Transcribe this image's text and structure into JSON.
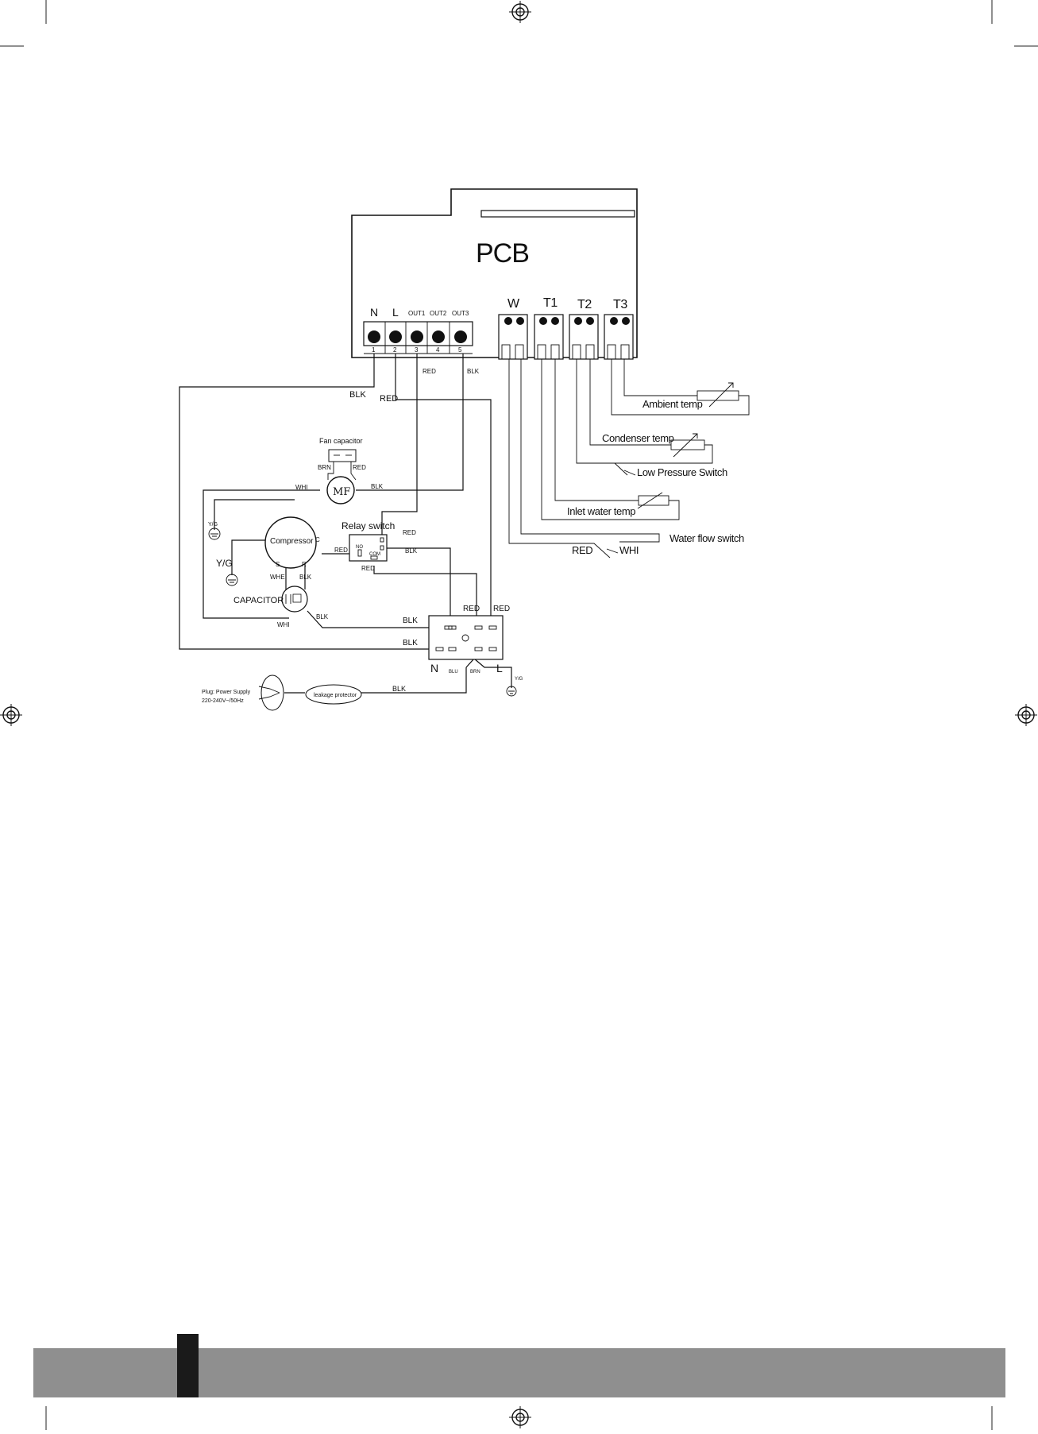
{
  "diagram": {
    "pcb": {
      "title": "PCB",
      "terminals": [
        "N",
        "L",
        "OUT1",
        "OUT2",
        "OUT3"
      ],
      "terminal_numbers": [
        "1",
        "2",
        "3",
        "4",
        "5"
      ],
      "sensor_ports": [
        "W",
        "T1",
        "T2",
        "T3"
      ]
    },
    "wires": {
      "red": "RED",
      "blk": "BLK",
      "whi": "WHI",
      "brn": "BRN",
      "whe": "WHE",
      "blu": "BLU",
      "yg": "Y/G"
    },
    "components": {
      "fan_capacitor": "Fan capacitor",
      "fan_motor": "MF",
      "compressor": "Compressor",
      "compressor_c": "C",
      "compressor_s": "S",
      "compressor_r": "R",
      "capacitor": "CAPACITOR",
      "relay_switch": "Relay switch",
      "relay_no": "NO",
      "relay_com": "COM",
      "terminal_n": "N",
      "terminal_l": "L",
      "leakage_protector": "leakage protector",
      "plug_line1": "Plug: Power Supply",
      "plug_line2": "220-240V~/50Hz"
    },
    "sensors": {
      "ambient": "Ambient temp",
      "condenser": "Condenser temp",
      "low_pressure": "Low Pressure Switch",
      "inlet_water": "Inlet water temp",
      "water_flow": "Water flow switch"
    }
  }
}
